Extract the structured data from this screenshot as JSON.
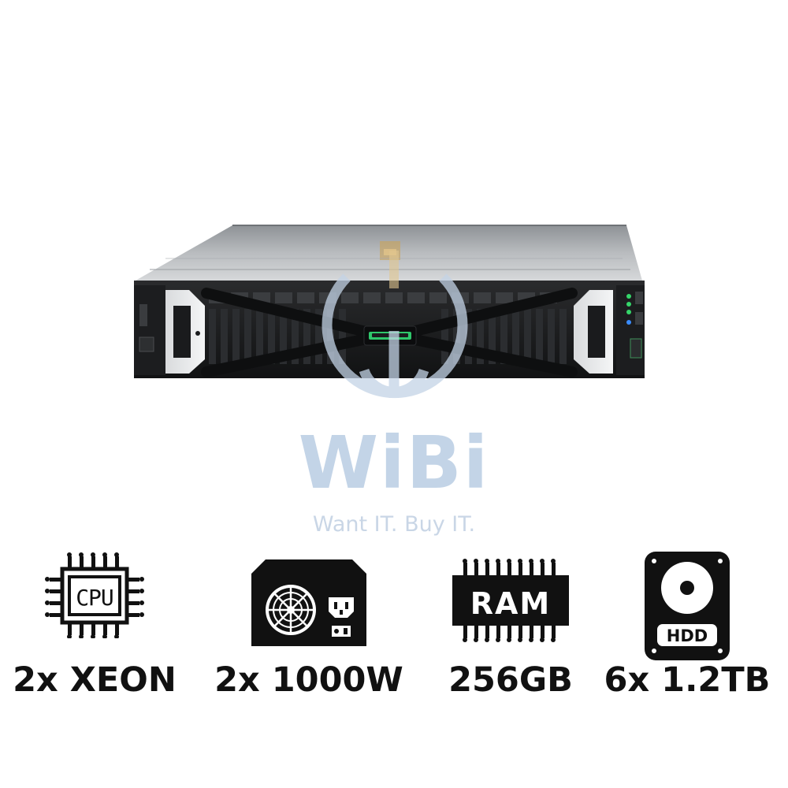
{
  "watermark": {
    "brand": "WiBi",
    "tagline": "Want IT. Buy IT."
  },
  "product": {
    "image": "rack-server-2u"
  },
  "specs": [
    {
      "icon": "cpu-chip-icon",
      "icon_text": "CPU",
      "label": "2x XEON"
    },
    {
      "icon": "power-supply-icon",
      "label": "2x 1000W"
    },
    {
      "icon": "ram-module-icon",
      "icon_text": "RAM",
      "label": "256GB"
    },
    {
      "icon": "hard-drive-icon",
      "icon_text": "HDD",
      "label": "6x 1.2TB"
    }
  ],
  "colors": {
    "accent_green": "#2fc76b",
    "watermark_blue": "#b9cde3",
    "icon_black": "#111111"
  }
}
